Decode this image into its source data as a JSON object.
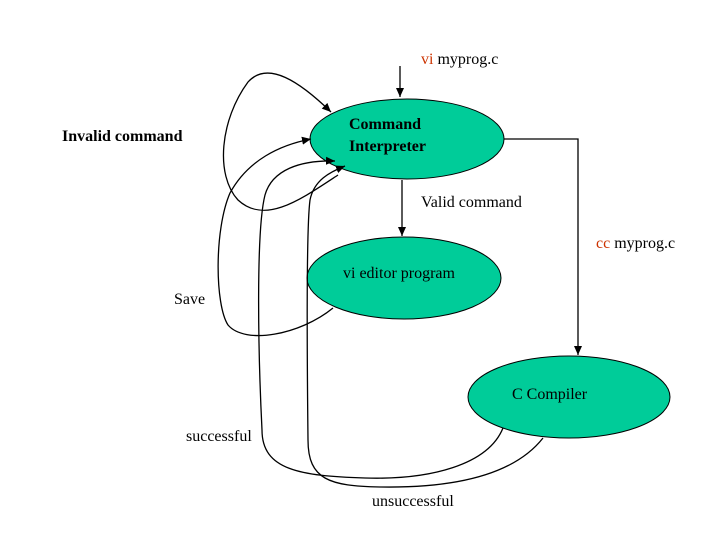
{
  "colors": {
    "node_fill": "#00cc99",
    "keyword": "#cc3300",
    "line": "#000000",
    "background": "#ffffff"
  },
  "nodes": {
    "interpreter": {
      "line1": "Command",
      "line2": "Interpreter"
    },
    "editor": {
      "label": "vi editor program"
    },
    "compiler": {
      "label": "C Compiler"
    }
  },
  "labels": {
    "vi_cmd": {
      "keyword": "vi",
      "rest": " myprog.c"
    },
    "cc_cmd": {
      "keyword": "cc",
      "rest": " myprog.c"
    },
    "invalid": "Invalid command",
    "valid": "Valid command",
    "save": "Save",
    "successful": "successful",
    "unsuccessful": "unsuccessful"
  }
}
